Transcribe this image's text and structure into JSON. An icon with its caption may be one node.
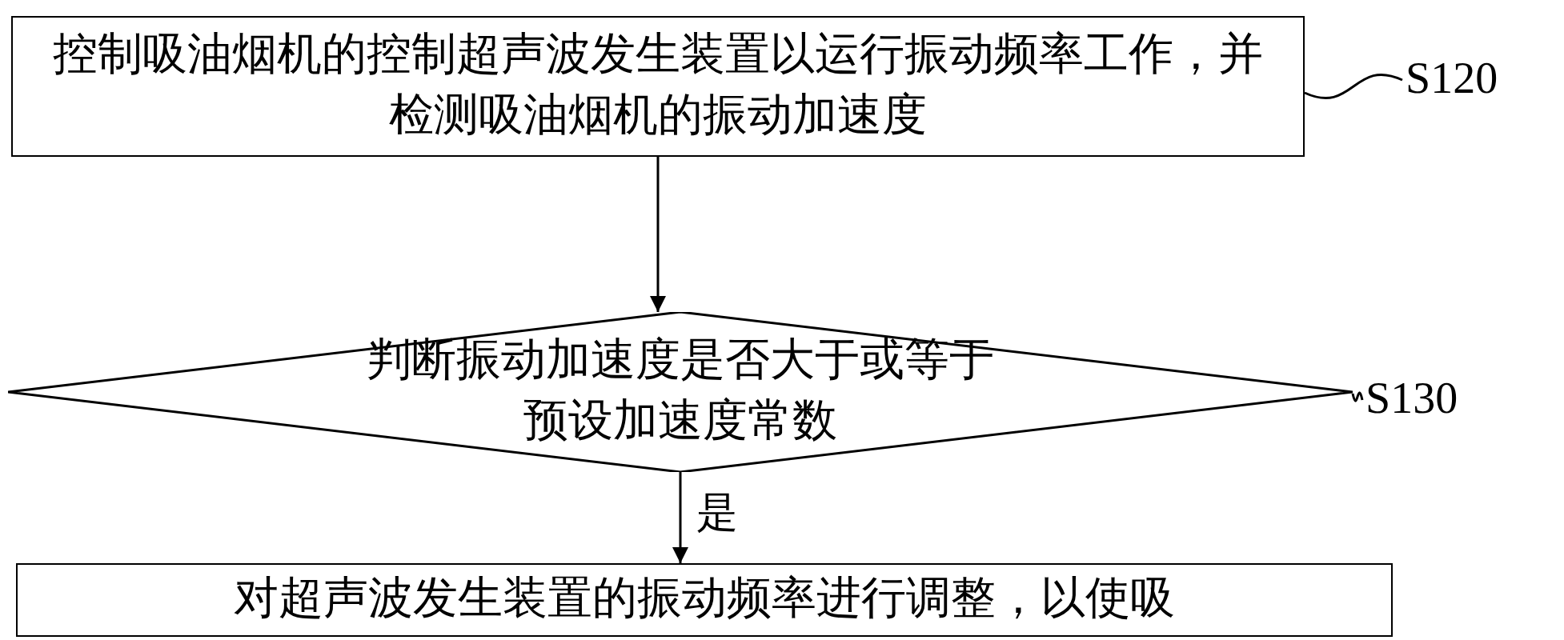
{
  "diagram": {
    "nodes": [
      {
        "text": [
          "控制吸油烟机的控制超声波发生装置以运行振动频率工作，并检测吸油烟机的振动加速度"
        ]
      },
      {
        "text": [
          "判断振动加速度是否大于或等于预设加速度常数"
        ]
      },
      {
        "text": [
          "对超声波发生装置的振动频率进行调整，以使吸"
        ]
      },
      {
        "text": [
          "S120"
        ]
      },
      {
        "text": [
          "S130"
        ]
      }
    ],
    "edges": [
      {
        "from": 0,
        "to": 1,
        "arrow": "to"
      },
      {
        "from": 1,
        "to": 2,
        "arrow": "to",
        "label": "是"
      },
      {
        "from": 3,
        "to": 0,
        "arrow": "none"
      },
      {
        "from": 4,
        "to": 1,
        "arrow": "none"
      }
    ]
  }
}
